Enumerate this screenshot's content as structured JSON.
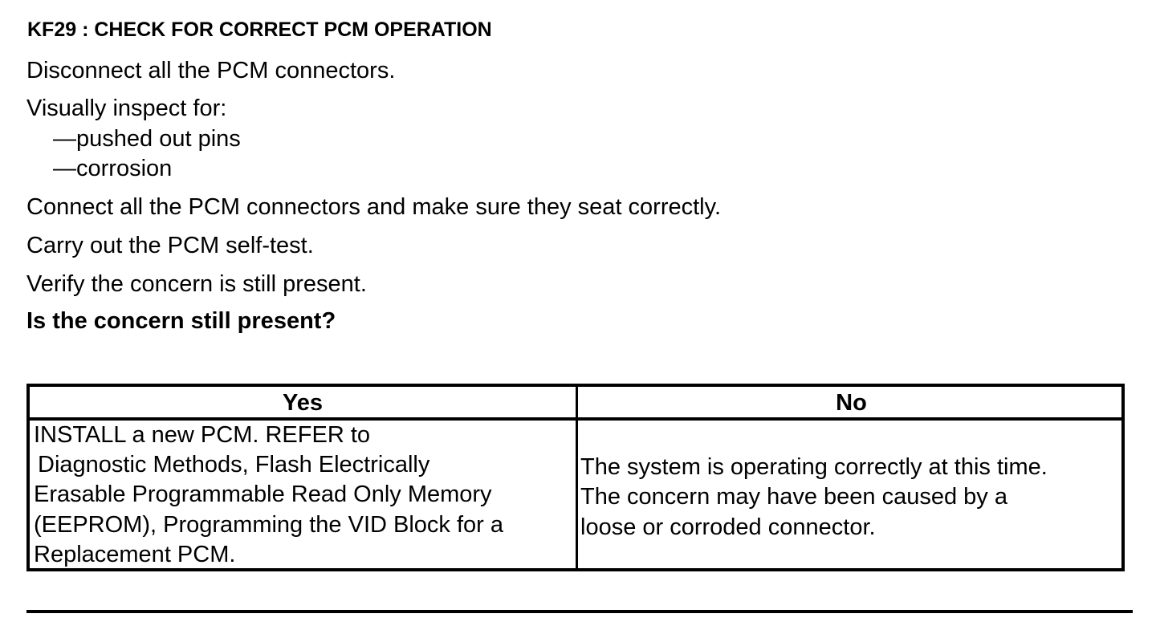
{
  "step": {
    "title": "KF29 : CHECK FOR CORRECT PCM OPERATION"
  },
  "instructions": {
    "disconnect": "Disconnect all the PCM connectors.",
    "inspect_intro": "Visually inspect for:",
    "inspect_items": [
      "—pushed out pins",
      "—corrosion"
    ],
    "connect": "Connect all the PCM connectors and make sure they seat correctly.",
    "self_test": "Carry out the PCM self-test.",
    "verify": "Verify the concern is still present.",
    "question": "Is the concern still present?"
  },
  "table": {
    "headers": {
      "yes": "Yes",
      "no": "No"
    },
    "yes_lines": [
      "INSTALL a new PCM. REFER to",
      "Diagnostic Methods, Flash Electrically",
      "Erasable Programmable Read Only Memory",
      "(EEPROM), Programming the VID Block for a",
      "Replacement PCM."
    ],
    "no_lines": [
      "The system is operating correctly at this time.",
      "The concern may have been caused by a",
      "loose or corroded connector."
    ]
  }
}
